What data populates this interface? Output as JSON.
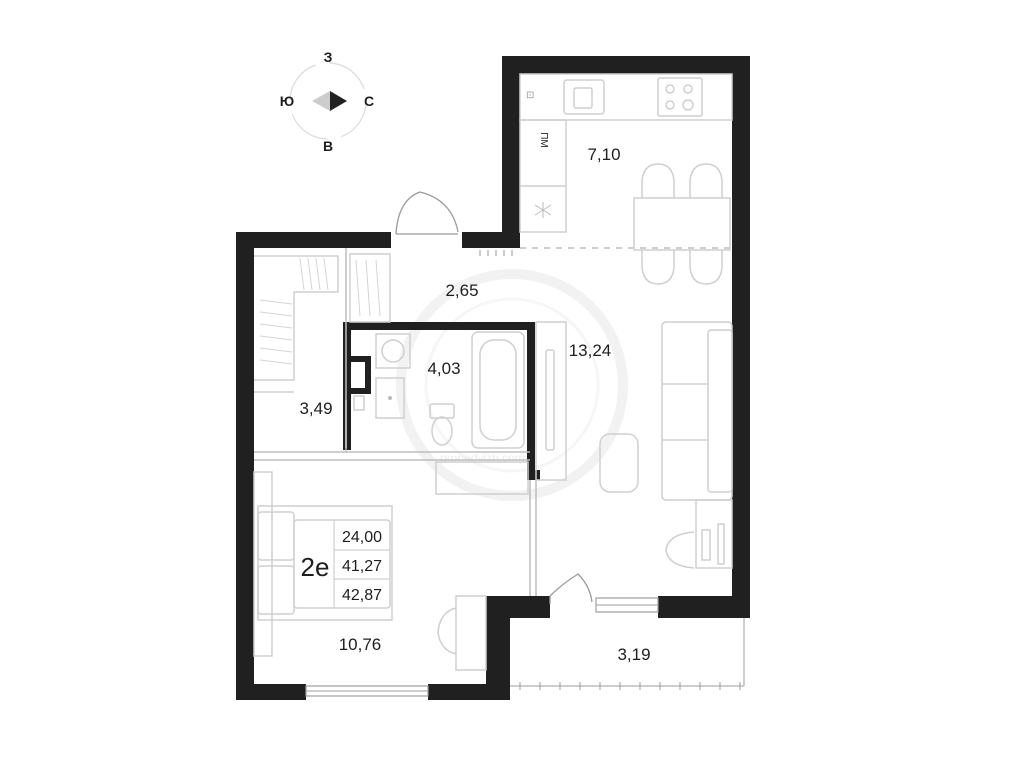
{
  "compass": {
    "north": "З",
    "south": "В",
    "west": "Ю",
    "east": "С"
  },
  "rooms": {
    "kitchen_area": "7,10",
    "kitchen_tag": "ПМ",
    "hallway_area": "2,65",
    "wardrobe_area": "3,49",
    "bathroom_area": "4,03",
    "living_area": "13,24",
    "bedroom_area": "10,76",
    "balcony_area": "3,19"
  },
  "summary": {
    "type_label": "2е",
    "living_space": "24,00",
    "total_space": "41,27",
    "total_with_balcony": "42,87"
  },
  "watermark": {
    "text": "pronedvizh.com"
  }
}
